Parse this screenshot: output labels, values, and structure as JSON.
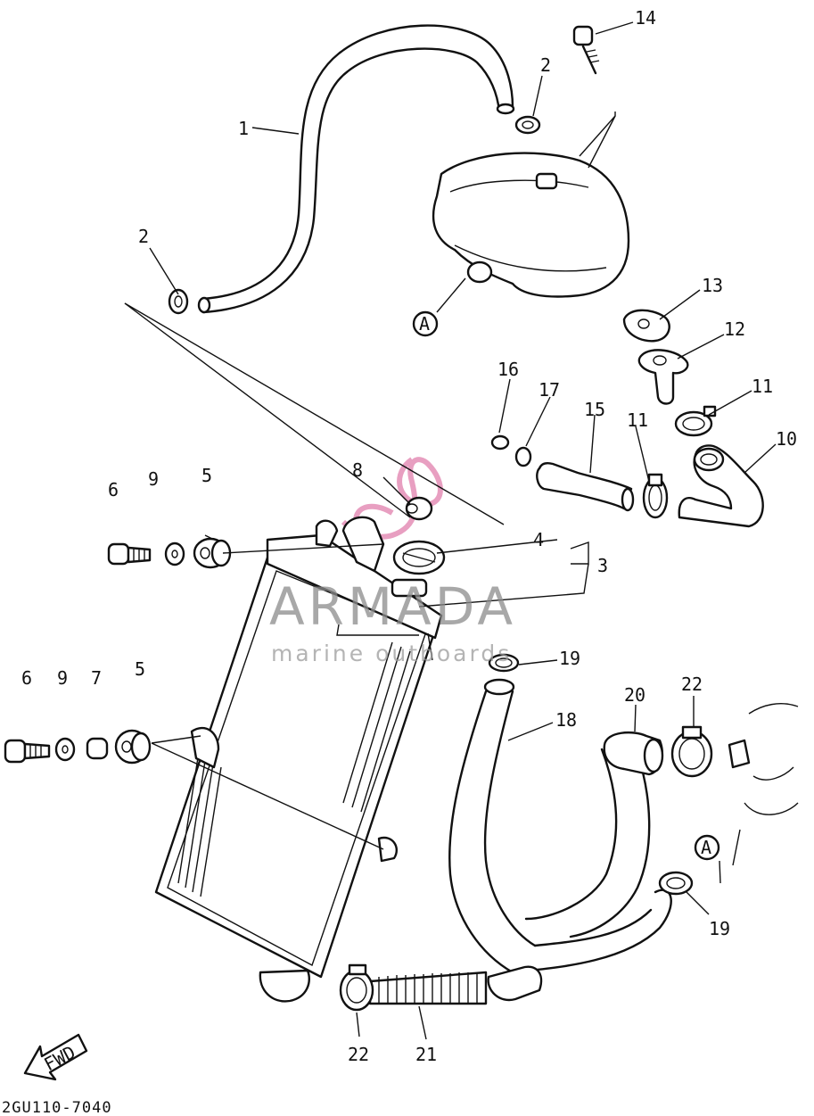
{
  "diagram_code": "2GU110-7040",
  "fwd_label": "FWD",
  "reference_marker": "A",
  "watermark": {
    "brand": "ARMADA",
    "tagline": "marine outboards",
    "accent_color": "#e58fb7"
  },
  "callouts": [
    {
      "id": "1",
      "label": "1"
    },
    {
      "id": "2a",
      "label": "2"
    },
    {
      "id": "2b",
      "label": "2"
    },
    {
      "id": "3",
      "label": "3"
    },
    {
      "id": "4",
      "label": "4"
    },
    {
      "id": "5a",
      "label": "5"
    },
    {
      "id": "5b",
      "label": "5"
    },
    {
      "id": "6a",
      "label": "6"
    },
    {
      "id": "6b",
      "label": "6"
    },
    {
      "id": "7",
      "label": "7"
    },
    {
      "id": "8",
      "label": "8"
    },
    {
      "id": "9a",
      "label": "9"
    },
    {
      "id": "9b",
      "label": "9"
    },
    {
      "id": "10",
      "label": "10"
    },
    {
      "id": "11a",
      "label": "11"
    },
    {
      "id": "11b",
      "label": "11"
    },
    {
      "id": "12",
      "label": "12"
    },
    {
      "id": "13",
      "label": "13"
    },
    {
      "id": "14",
      "label": "14"
    },
    {
      "id": "15",
      "label": "15"
    },
    {
      "id": "16",
      "label": "16"
    },
    {
      "id": "17",
      "label": "17"
    },
    {
      "id": "18",
      "label": "18"
    },
    {
      "id": "19a",
      "label": "19"
    },
    {
      "id": "19b",
      "label": "19"
    },
    {
      "id": "20",
      "label": "20"
    },
    {
      "id": "21",
      "label": "21"
    },
    {
      "id": "22a",
      "label": "22"
    },
    {
      "id": "22b",
      "label": "22"
    }
  ]
}
